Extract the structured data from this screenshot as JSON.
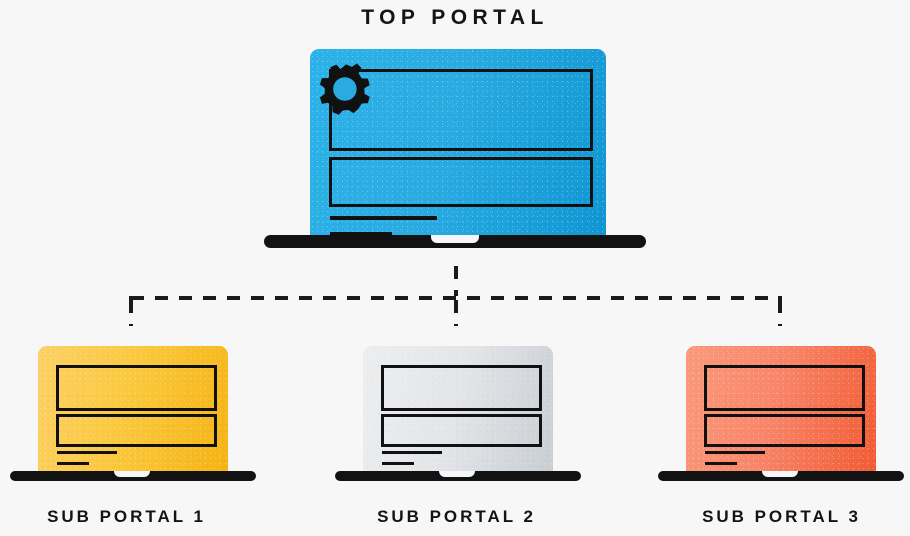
{
  "background_color": "#f7f7f7",
  "ink_color": "#111111",
  "diagram": {
    "type": "hierarchy-tree",
    "connector_style": "dashed",
    "title": "TOP PORTAL"
  },
  "top_portal": {
    "label": "TOP PORTAL",
    "screen_color": "#29abe2",
    "screen_color_dark": "#0d93cf",
    "icon": "gear-icon",
    "content_lines": 2,
    "content_boxes": 2
  },
  "sub_portals": [
    {
      "label": "SUB PORTAL 1",
      "screen_color": "#fbcb52",
      "screen_color_dark": "#f6b81f",
      "content_boxes": 2,
      "content_lines": 2
    },
    {
      "label": "SUB PORTAL 2",
      "screen_color": "#e8eaec",
      "screen_color_dark": "#cdd1d6",
      "content_boxes": 2,
      "content_lines": 2
    },
    {
      "label": "SUB PORTAL 3",
      "screen_color": "#fb8c6c",
      "screen_color_dark": "#f2603a",
      "content_boxes": 2,
      "content_lines": 2
    }
  ]
}
